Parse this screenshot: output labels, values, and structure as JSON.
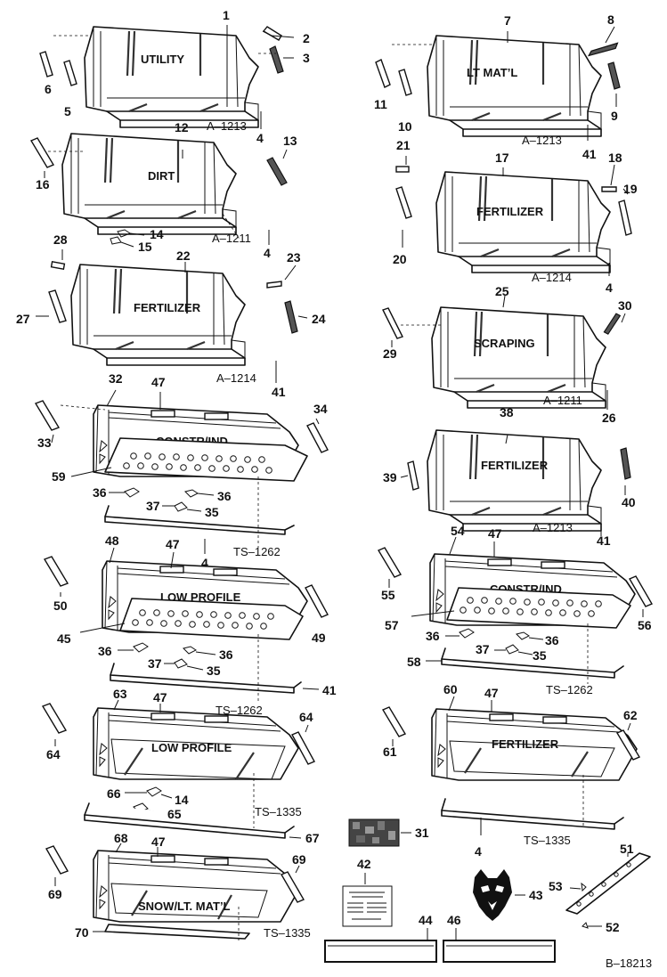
{
  "buckets": [
    {
      "id": "b1",
      "label": "UTILITY",
      "code": "A–1213",
      "callouts": {
        "body": "1",
        "dec_a": "2",
        "dec_b": "3",
        "side_l": "6",
        "side_r": "5",
        "edge": "4"
      }
    },
    {
      "id": "b2",
      "label": "LT MAT’L",
      "code": "A–1213",
      "callouts": {
        "body": "7",
        "dec_a": "8",
        "dec_b": "9",
        "side_l": "11",
        "side_r": "10",
        "edge": "41"
      }
    },
    {
      "id": "b3",
      "label": "DIRT",
      "code": "A–1211",
      "callouts": {
        "body": "12",
        "dec_a": "13",
        "side_l": "16",
        "tooth": "14",
        "pin": "15",
        "edge": "4"
      }
    },
    {
      "id": "b4",
      "label": "FERTILIZER",
      "code": "A–1214",
      "callouts": {
        "body": "17",
        "dec_a": "18",
        "dec_b": "19",
        "top": "21",
        "side_l": "20",
        "edge": "4"
      }
    },
    {
      "id": "b5",
      "label": "FERTILIZER",
      "code": "A–1214",
      "callouts": {
        "body": "22",
        "dec_a": "23",
        "dec_b": "24",
        "top": "28",
        "side_l": "27",
        "edge": "41"
      }
    },
    {
      "id": "b6",
      "label": "SCRAPING",
      "code": "A–1211",
      "callouts": {
        "body": "25",
        "dec_a": "30",
        "side_l": "29",
        "edge": "26"
      }
    },
    {
      "id": "b7",
      "label": "CONSTR/IND",
      "code": "",
      "callouts": {
        "body": "32",
        "handle": "47",
        "side_l": "33",
        "side_r": "34",
        "screen": "59",
        "tooth_a": "36",
        "tooth_b": "36",
        "pin_a": "37",
        "pin_b": "35",
        "edge": "4",
        "ts": "TS–1262"
      }
    },
    {
      "id": "b8",
      "label": "FERTILIZER",
      "code": "A–1213",
      "callouts": {
        "body": "38",
        "side_l": "39",
        "dec_a": "40",
        "edge": "41"
      }
    },
    {
      "id": "b9",
      "label": "LOW PROFILE",
      "code": "TS–1262",
      "callouts": {
        "body": "48",
        "handle": "47",
        "side_l": "50",
        "side_r": "49",
        "screen": "45",
        "tooth_a": "36",
        "tooth_b": "36",
        "pin_a": "37",
        "pin_b": "35",
        "edge": "41"
      }
    },
    {
      "id": "b10",
      "label": "CONSTR/IND",
      "code": "TS–1262",
      "callouts": {
        "body": "54",
        "handle": "47",
        "side_l": "55",
        "side_r": "56",
        "screen": "57",
        "tooth_a": "36",
        "tooth_b": "36",
        "pin_a": "37",
        "pin_b": "35",
        "edge": "58"
      }
    },
    {
      "id": "b11",
      "label": "LOW PROFILE",
      "code": "TS–1335",
      "callouts": {
        "body": "63",
        "handle": "47",
        "side_l": "64",
        "side_r": "64",
        "tooth": "14",
        "pin_a": "66",
        "pin_b": "65",
        "edge": "67"
      }
    },
    {
      "id": "b12",
      "label": "FERTILIZER",
      "code": "TS–1335",
      "callouts": {
        "body": "60",
        "handle": "47",
        "side_l": "61",
        "side_r": "62",
        "edge": "4"
      }
    },
    {
      "id": "b13",
      "label": "SNOW/LT. MAT’L",
      "code": "TS–1335",
      "callouts": {
        "body": "68",
        "handle": "47",
        "side_l": "69",
        "side_r": "69",
        "edge": "70"
      }
    }
  ],
  "misc": {
    "swatch": "31",
    "manual": "42",
    "logo": "43",
    "plate_a": "44",
    "plate_b": "46",
    "cutting_edge": "51",
    "bolt": "52",
    "nut": "53"
  },
  "drawing_code": "B–18213"
}
